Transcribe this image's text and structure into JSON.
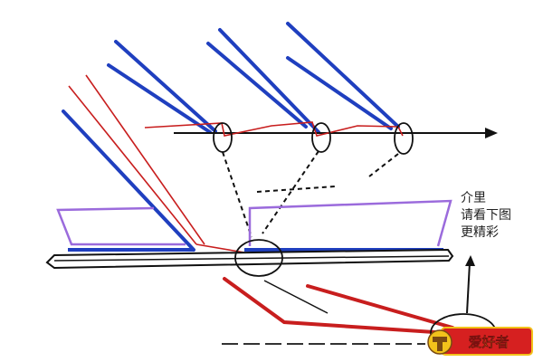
{
  "caption": {
    "lines": [
      "介里",
      "请看下图",
      "更精彩"
    ]
  },
  "watermark": {
    "text": "爱好者",
    "icon": "woodworking-mascot-icon"
  },
  "colors": {
    "blue_stroke": "#1f3fbf",
    "red_line": "#c81e1e",
    "purple_outline": "#9b6bdc",
    "black": "#111111",
    "badge_red": "#d62020",
    "badge_yellow": "#f2c21b"
  }
}
